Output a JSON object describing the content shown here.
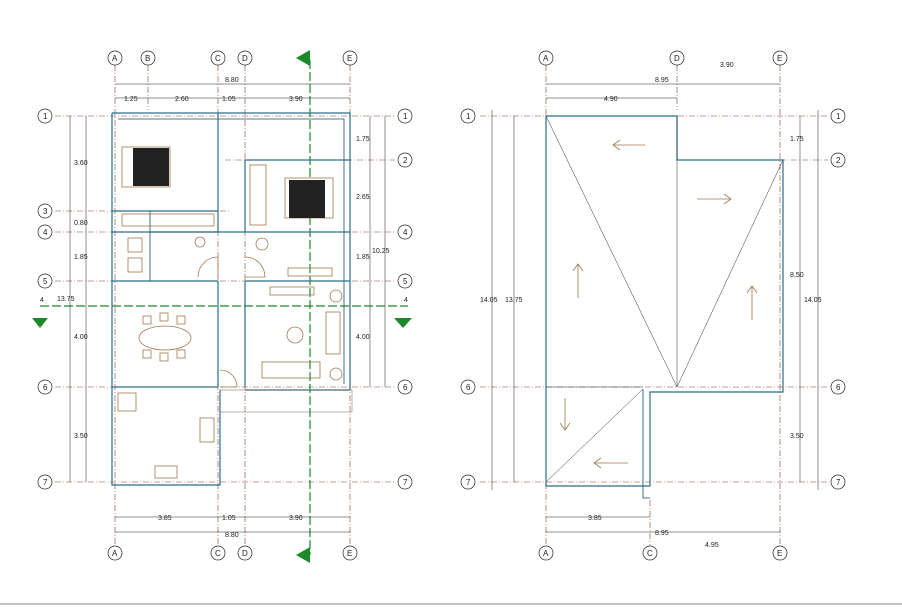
{
  "floor_plan": {
    "top_axes": [
      "A",
      "B",
      "C",
      "D",
      "E"
    ],
    "bottom_axes": [
      "A",
      "C",
      "D",
      "E"
    ],
    "row_axes": [
      "1",
      "2",
      "3",
      "4",
      "5",
      "6",
      "7"
    ],
    "section_marks": [
      "4",
      "4"
    ],
    "top_dims": {
      "total": "8.80",
      "segments": [
        "1.25",
        "2.60",
        "1.05",
        "3.90"
      ]
    },
    "bottom_dims": {
      "total": "8.80",
      "segments": [
        "3.85",
        "1.05",
        "3.90"
      ]
    },
    "left_dims": {
      "outer": "13.75",
      "segments": [
        "3.60",
        "0.80",
        "1.85",
        "4.00",
        "3.50"
      ]
    },
    "right_dims": {
      "outer": "10.25",
      "segments": [
        "1.75",
        "2.65",
        "1.85",
        "4.00"
      ]
    }
  },
  "roof_plan": {
    "top_axes": [
      "A",
      "D",
      "E"
    ],
    "bottom_axes": [
      "A",
      "C",
      "E"
    ],
    "row_axes": [
      "1",
      "2",
      "6",
      "7"
    ],
    "top_dims": {
      "total": "8.95",
      "segments": [
        "4.90",
        "3.90"
      ]
    },
    "bottom_dims": {
      "total": "8.95",
      "segments": [
        "3.85",
        "4.95"
      ]
    },
    "left_dims": {
      "outer": "14.05",
      "inner": "13.75"
    },
    "right_dims": {
      "outer": "14.05",
      "segments": [
        "1.75",
        "8.50",
        "3.50"
      ]
    }
  },
  "colors": {
    "axis": "#8b3a2a",
    "wall": "#2a6f8a",
    "furniture": "#a07850",
    "section": "#1a8a2a"
  }
}
